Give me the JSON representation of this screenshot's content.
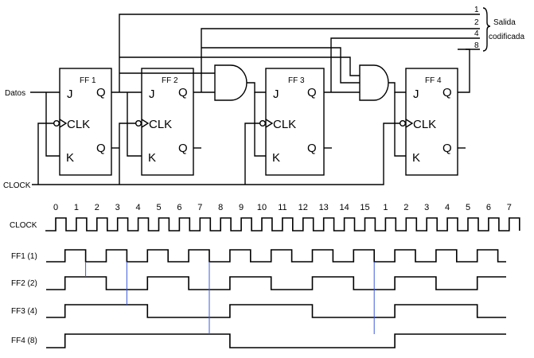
{
  "circuit": {
    "input_label": "Datos",
    "clock_label": "CLOCK",
    "output_heading": "Salida",
    "output_heading_2": "codificada",
    "output_bits": [
      "1",
      "2",
      "4",
      "8"
    ],
    "flipflops": [
      {
        "name": "FF 1",
        "j": "J",
        "k": "K",
        "clk": "CLK",
        "q": "Q",
        "qbar": "Q"
      },
      {
        "name": "FF 2",
        "j": "J",
        "k": "K",
        "clk": "CLK",
        "q": "Q",
        "qbar": "Q"
      },
      {
        "name": "FF  3",
        "j": "J",
        "k": "K",
        "clk": "CLK",
        "q": "Q",
        "qbar": "Q"
      },
      {
        "name": "FF 4",
        "j": "J",
        "k": "K",
        "clk": "CLK",
        "q": "Q",
        "qbar": "Q"
      }
    ]
  },
  "timing": {
    "pulse_numbers": [
      "0",
      "1",
      "2",
      "3",
      "4",
      "5",
      "6",
      "7",
      "8",
      "9",
      "10",
      "11",
      "12",
      "13",
      "14",
      "15",
      "1",
      "2",
      "3",
      "4",
      "5",
      "6",
      "7"
    ],
    "clock_label": "CLOCK",
    "signals": [
      {
        "label": "FF1 (1)",
        "period": 2
      },
      {
        "label": "FF2 (2)",
        "period": 4
      },
      {
        "label": "FF3 (4)",
        "period": 8
      },
      {
        "label": "FF4 (8)",
        "period": 16
      }
    ]
  }
}
